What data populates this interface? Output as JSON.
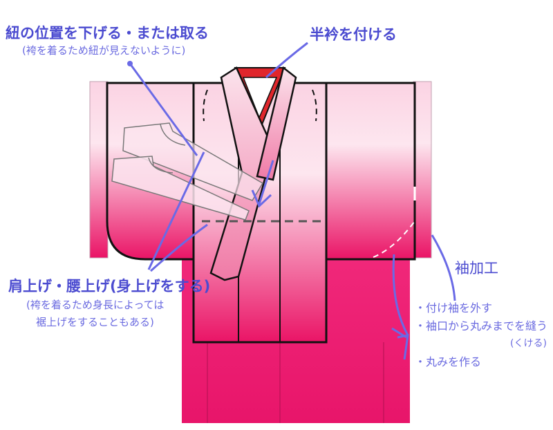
{
  "annotations": {
    "himo": {
      "title": "紐の位置を下げる・または取る",
      "note": "(袴を着るため紐が見えないように)"
    },
    "haneri": {
      "title": "半衿を付ける"
    },
    "kata_age": {
      "title": "肩上げ・腰上げ(身上げをする)",
      "note_line1": "(袴を着るため身長によっては",
      "note_line2": "裾上げをすることもある)"
    },
    "sode": {
      "title": "袖加工",
      "items": [
        "・付け袖を外す",
        "・袖口から丸みまでを縫う",
        "(くける)",
        "・丸みを作る"
      ]
    }
  },
  "colors": {
    "annotation": "#6a6ae6",
    "kimono_top": "#fde3ee",
    "kimono_bottom": "#ea1466",
    "collar_red": "#e0262c"
  }
}
